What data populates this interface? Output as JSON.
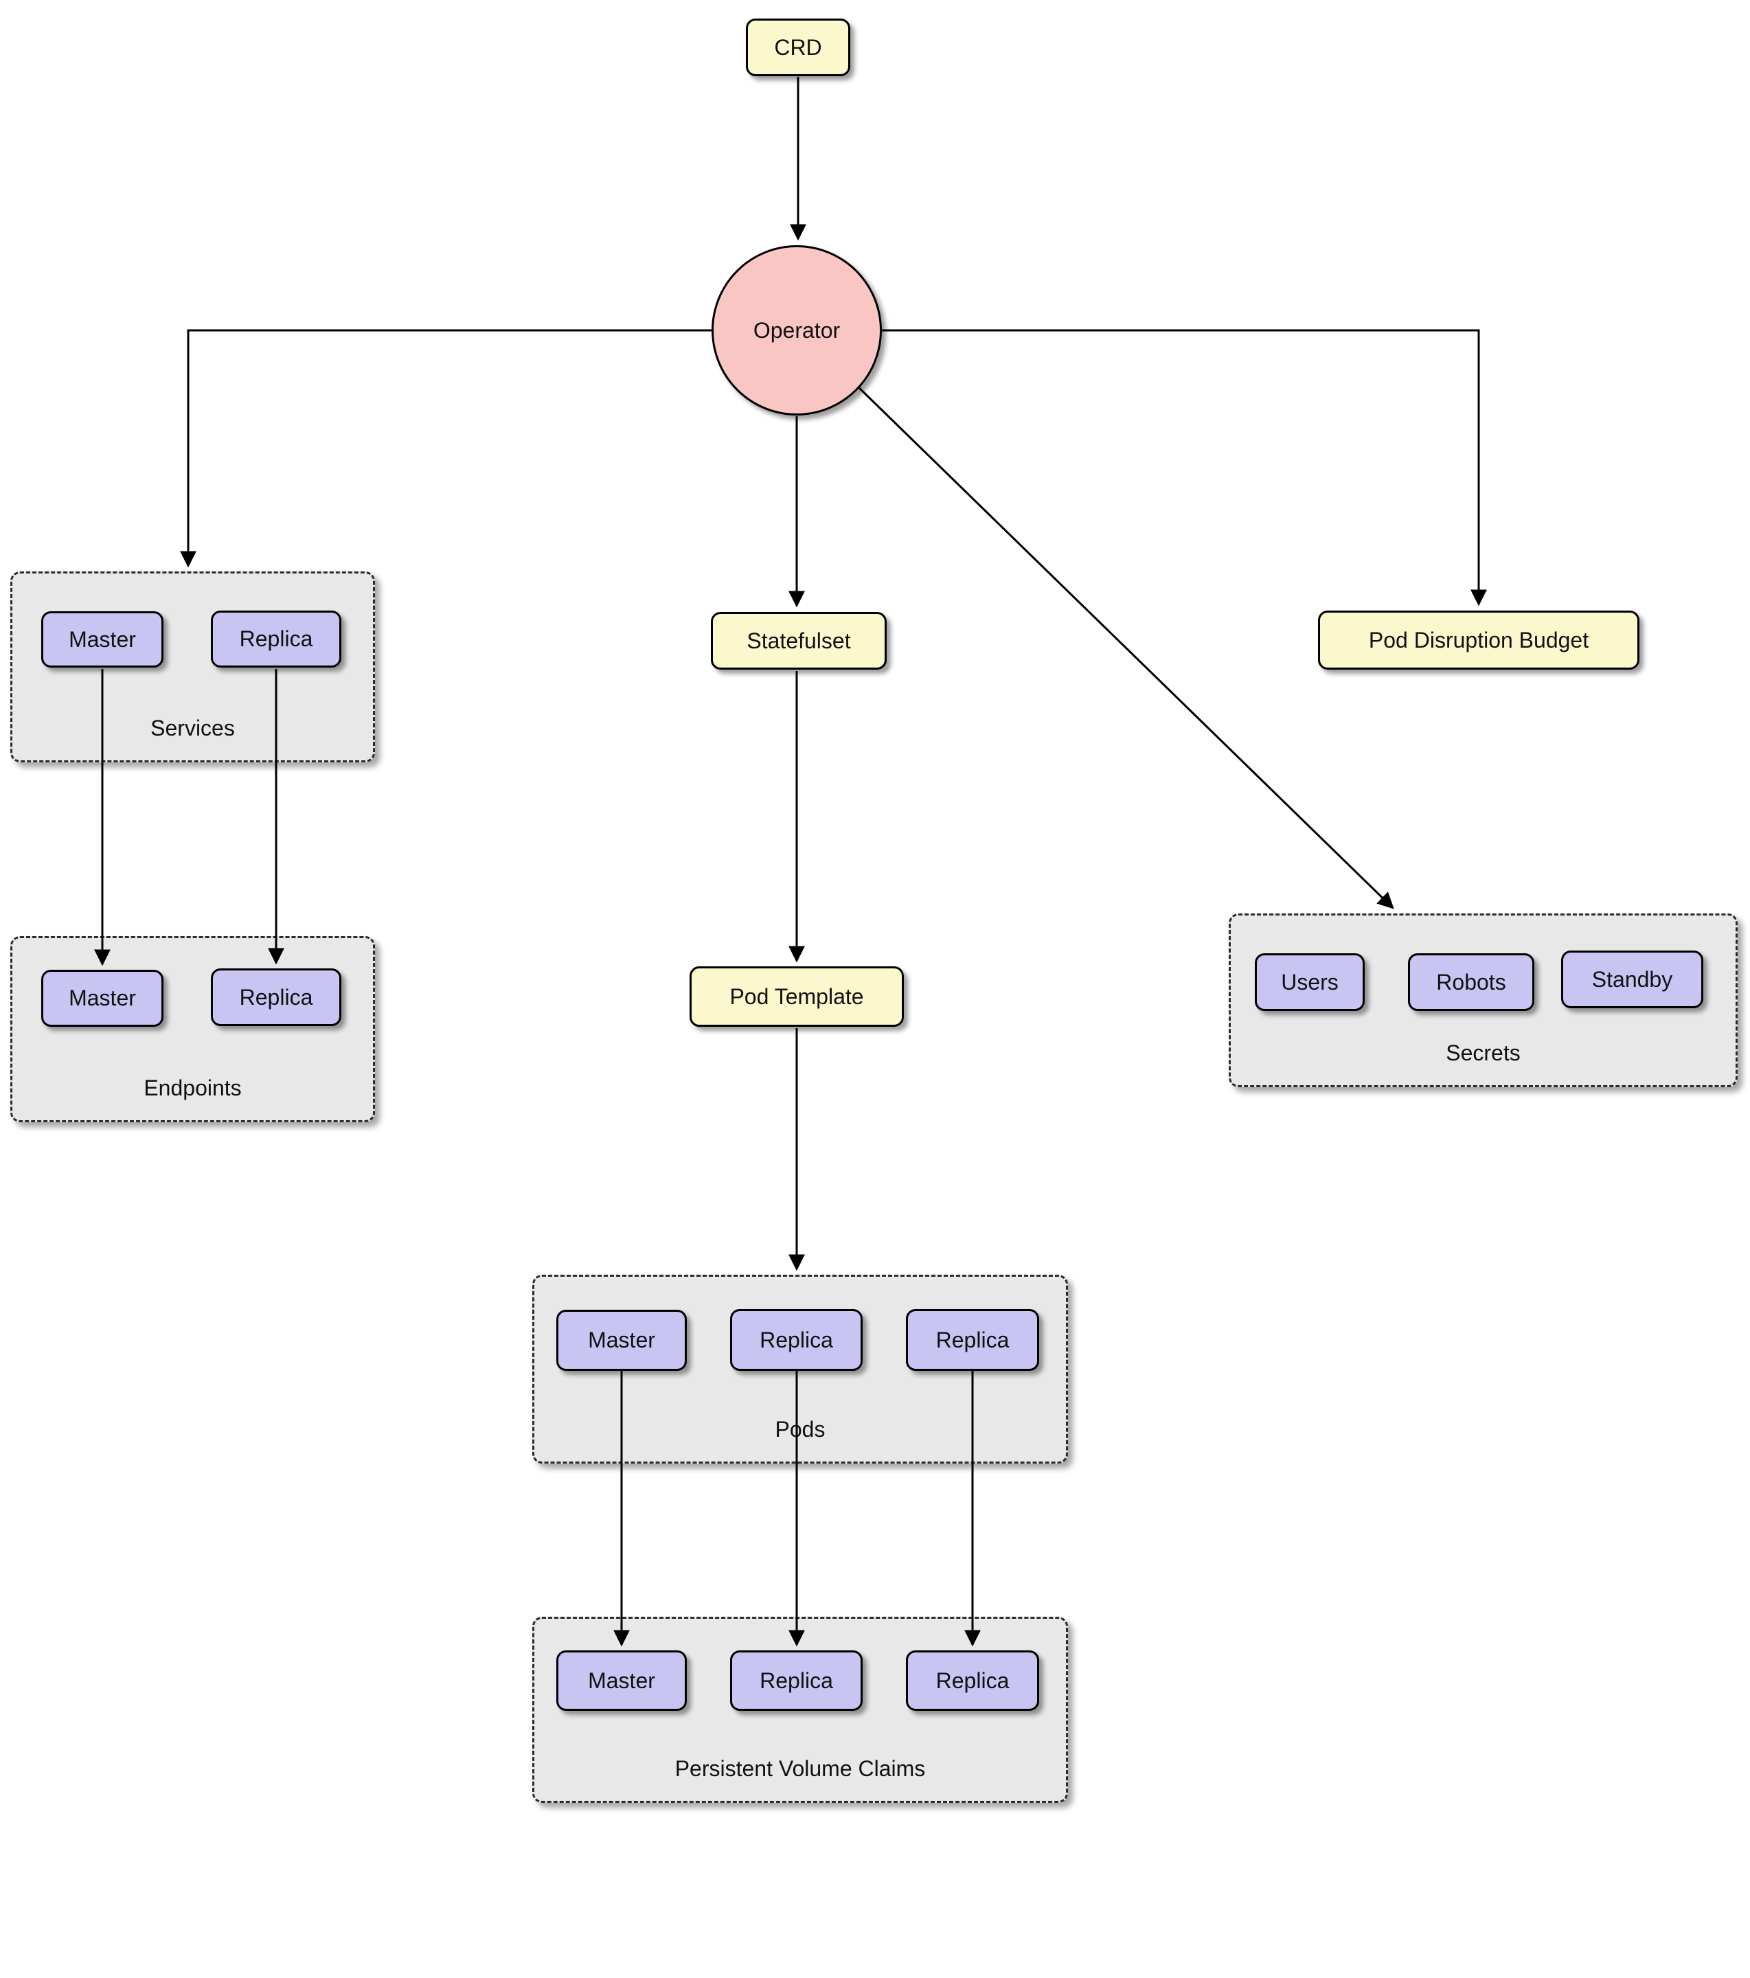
{
  "colors": {
    "node-yellow": "#fcf8cd",
    "node-purple": "#c9c5f3",
    "node-pink": "#f9c6c4",
    "group-gray": "#e8e8e8",
    "edge-black": "#000000"
  },
  "nodes": {
    "crd": "CRD",
    "operator": "Operator",
    "statefulset": "Statefulset",
    "pod_disruption_budget": "Pod Disruption Budget",
    "pod_template": "Pod Template"
  },
  "groups": {
    "services": {
      "label": "Services",
      "items": [
        "Master",
        "Replica"
      ]
    },
    "endpoints": {
      "label": "Endpoints",
      "items": [
        "Master",
        "Replica"
      ]
    },
    "secrets": {
      "label": "Secrets",
      "items": [
        "Users",
        "Robots",
        "Standby"
      ]
    },
    "pods": {
      "label": "Pods",
      "items": [
        "Master",
        "Replica",
        "Replica"
      ]
    },
    "pvc": {
      "label": "Persistent Volume Claims",
      "items": [
        "Master",
        "Replica",
        "Replica"
      ]
    }
  }
}
